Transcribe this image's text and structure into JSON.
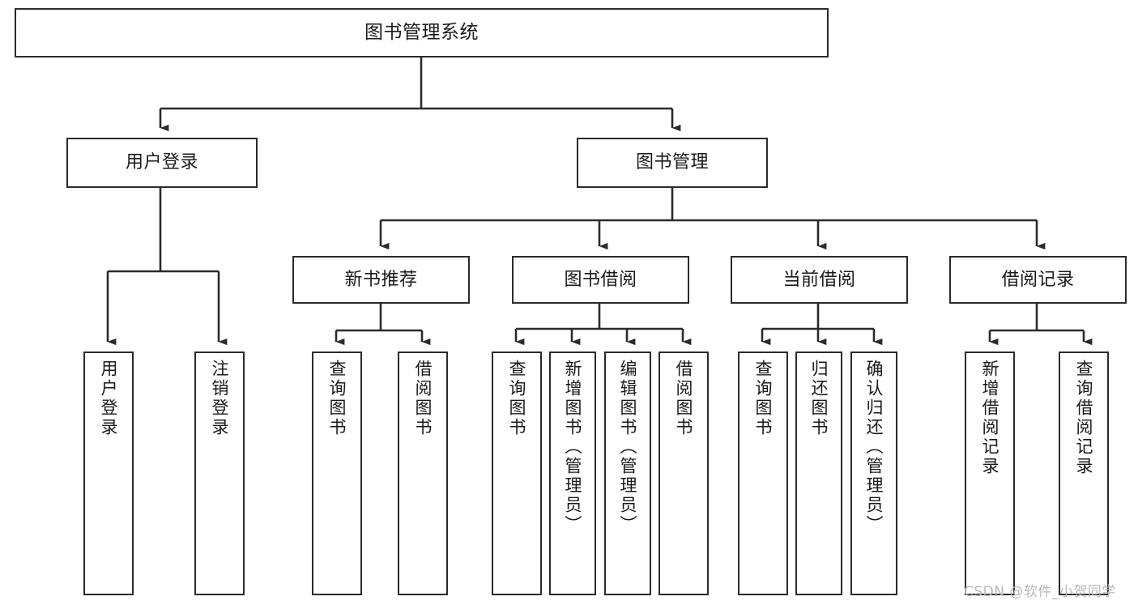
{
  "diagram": {
    "type": "hierarchy-tree",
    "title": "图书管理系统",
    "line_color": "#2b2b2b",
    "box_fill": "#ffffff",
    "background": "#ffffff",
    "levels": 4,
    "root": {
      "label": "图书管理系统"
    },
    "level2": [
      {
        "label": "用户登录"
      },
      {
        "label": "图书管理"
      }
    ],
    "level3": [
      {
        "label": "新书推荐"
      },
      {
        "label": "图书借阅"
      },
      {
        "label": "当前借阅"
      },
      {
        "label": "借阅记录"
      }
    ],
    "leaves": {
      "user_login": [
        {
          "label": "用户登录"
        },
        {
          "label": "注销登录"
        }
      ],
      "new_book_recommend": [
        {
          "label": "查询图书"
        },
        {
          "label": "借阅图书"
        }
      ],
      "book_borrow": [
        {
          "label": "查询图书"
        },
        {
          "label": "新增图书（管理员）"
        },
        {
          "label": "编辑图书（管理员）"
        },
        {
          "label": "借阅图书"
        }
      ],
      "current_borrow": [
        {
          "label": "查询图书"
        },
        {
          "label": "归还图书"
        },
        {
          "label": "确认归还（管理员）"
        }
      ],
      "borrow_record": [
        {
          "label": "新增借阅记录"
        },
        {
          "label": "查询借阅记录"
        }
      ]
    }
  },
  "watermark": {
    "text": "CSDN @软件_小贺同学"
  }
}
